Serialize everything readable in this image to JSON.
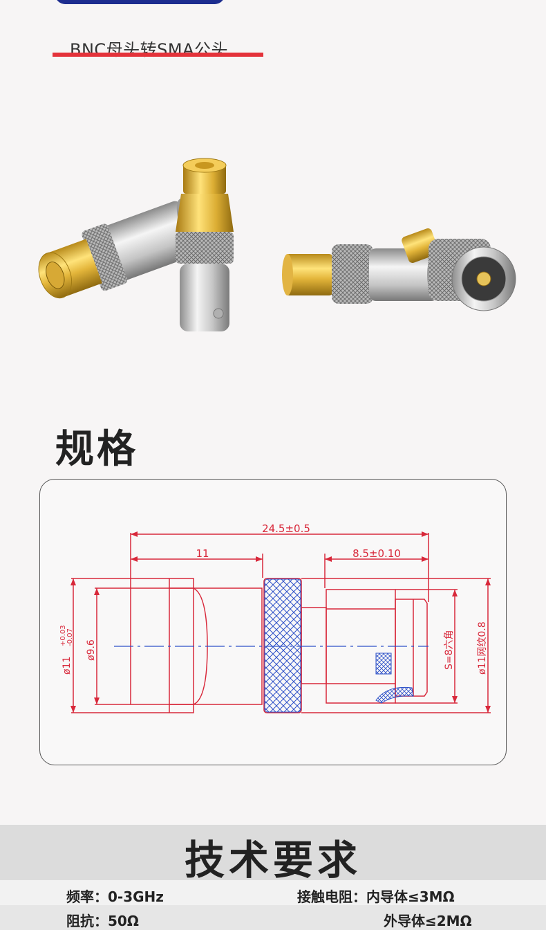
{
  "header": {
    "title": "BNC母头转SMA公头"
  },
  "spec_section": {
    "heading": "规格"
  },
  "diagram": {
    "overall_length": "24.5±0.5",
    "bnc_length": "11",
    "sma_length": "8.5±0.10",
    "outer_diameter_main": "ø11",
    "outer_diameter_tol_upper": "+0.03",
    "outer_diameter_tol_lower": "-0.07",
    "inner_diameter": "ø9.6",
    "hex_size": "S=8六角",
    "knurl_diameter": "ø11网纹0.8",
    "line_color": "#d8283a",
    "hatch_color": "#2d50c8"
  },
  "tech_section": {
    "heading": "技术要求",
    "frequency": "频率：0-3GHz",
    "impedance": "阻抗：50Ω",
    "contact_resistance_inner": "接触电阻：内导体≤3MΩ",
    "contact_resistance_outer": "外导体≤2MΩ"
  }
}
